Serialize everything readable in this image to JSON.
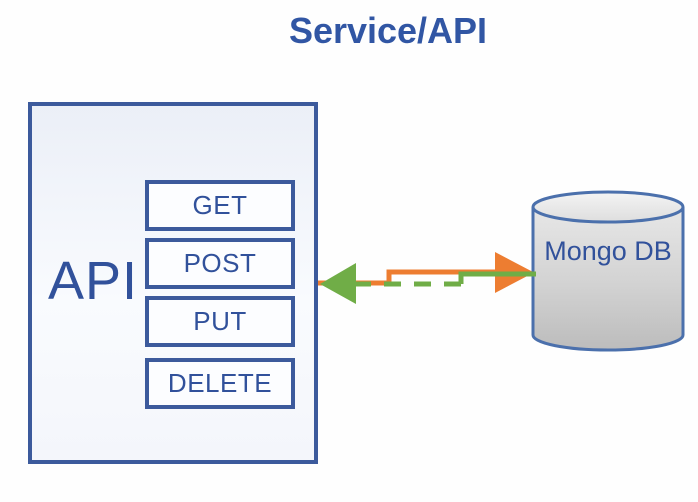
{
  "diagram": {
    "title": "Service/API",
    "api_box": {
      "label": "API",
      "methods": [
        {
          "label": "GET"
        },
        {
          "label": "POST"
        },
        {
          "label": "PUT"
        },
        {
          "label": "DELETE"
        }
      ]
    },
    "database": {
      "label": "Mongo DB"
    },
    "connectors": {
      "api_to_db": "orange solid elbow arrow pointing right to MongoDB",
      "db_to_api": "green dashed elbow arrow pointing left to API"
    },
    "colors": {
      "accent_blue": "#3c5a9c",
      "text_blue": "#31519b",
      "title_blue": "#3156a4",
      "arrow_orange": "#ed7d31",
      "arrow_green": "#70ad47",
      "cylinder_border": "#4b70ac"
    }
  }
}
